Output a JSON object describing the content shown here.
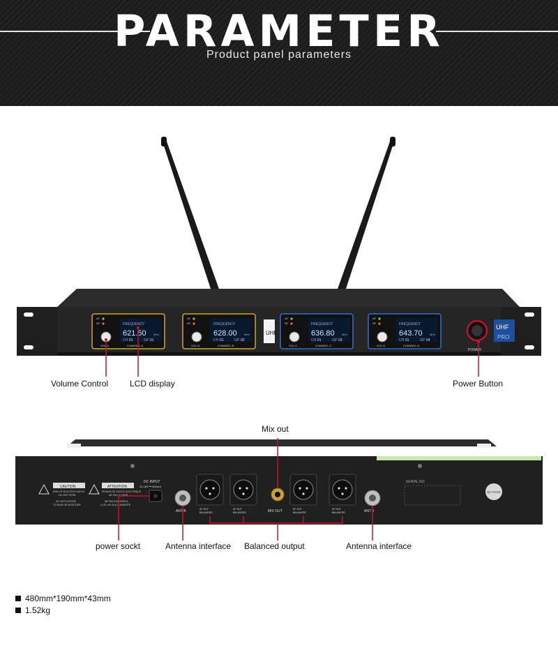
{
  "header": {
    "title": "PARAMETER",
    "subtitle": "Product panel parameters"
  },
  "front": {
    "brand": "UHF",
    "badge_top": "UHF",
    "badge_bottom": "PRO",
    "power_label": "POWER",
    "channels": [
      {
        "freq": "621.50",
        "ch": "01",
        "gp": "01",
        "name": "CHANNEL-A",
        "vol": "VOL-A",
        "color": "#d4a72c"
      },
      {
        "freq": "628.00",
        "ch": "01",
        "gp": "02",
        "name": "CHANNEL-B",
        "vol": "VOL-B",
        "color": "#d4a72c"
      },
      {
        "freq": "636.80",
        "ch": "01",
        "gp": "03",
        "name": "CHANNEL-C",
        "vol": "VOL-C",
        "color": "#2c6fd4"
      },
      {
        "freq": "643.70",
        "ch": "01",
        "gp": "04",
        "name": "CHANNEL-D",
        "vol": "VOL-D",
        "color": "#2c6fd4"
      }
    ],
    "freq_label": "FREQUENCY",
    "mhz": "MHz",
    "ch_label": "CH",
    "gp_label": "GP",
    "rf_label": "RF",
    "af_label": "AF"
  },
  "callouts": {
    "volume_control": "Volume Control",
    "lcd_display": "LCD display",
    "power_button": "Power Button",
    "mix_out": "Mix out",
    "power_sockt": "power sockt",
    "antenna_interface_left": "Antenna interface",
    "balanced_output": "Balanced output",
    "antenna_interface_right": "Antenna interface"
  },
  "rear": {
    "caution": "CAUTION",
    "caution_text_1": "RISK OF ELECTRIC SHOCK",
    "caution_text_2": "DO NOT OPEN",
    "caution_text_3": "DO NOT EXPOSE",
    "caution_text_4": "TO RAIN OR MOISTURE",
    "attention": "ATTENTION",
    "attention_text_1": "RISQUE DE CHOCS ELECTRIQUE",
    "attention_text_2": "NE PAS OUVRIR",
    "attention_text_3": "NE PAS EXPOSER A",
    "attention_text_4": "LA PLUIE NI A L'HUMIDITE",
    "dc_input": "DC INPUT",
    "dc_spec": "12-18V ⎓ 500mA",
    "ant_b": "ANT B",
    "ant_a": "ANT A",
    "mix_out_label": "MIX OUT",
    "af_out": "AF OUT",
    "balanced": "BALANCED",
    "serial": "SERIAL NO.",
    "pass": "QC PASS"
  },
  "specs": [
    "480mm*190mm*43mm",
    "1.52kg"
  ],
  "colors": {
    "accent_red": "#c8102e",
    "header_bg": "#1c1c1c",
    "device": "#222222"
  }
}
